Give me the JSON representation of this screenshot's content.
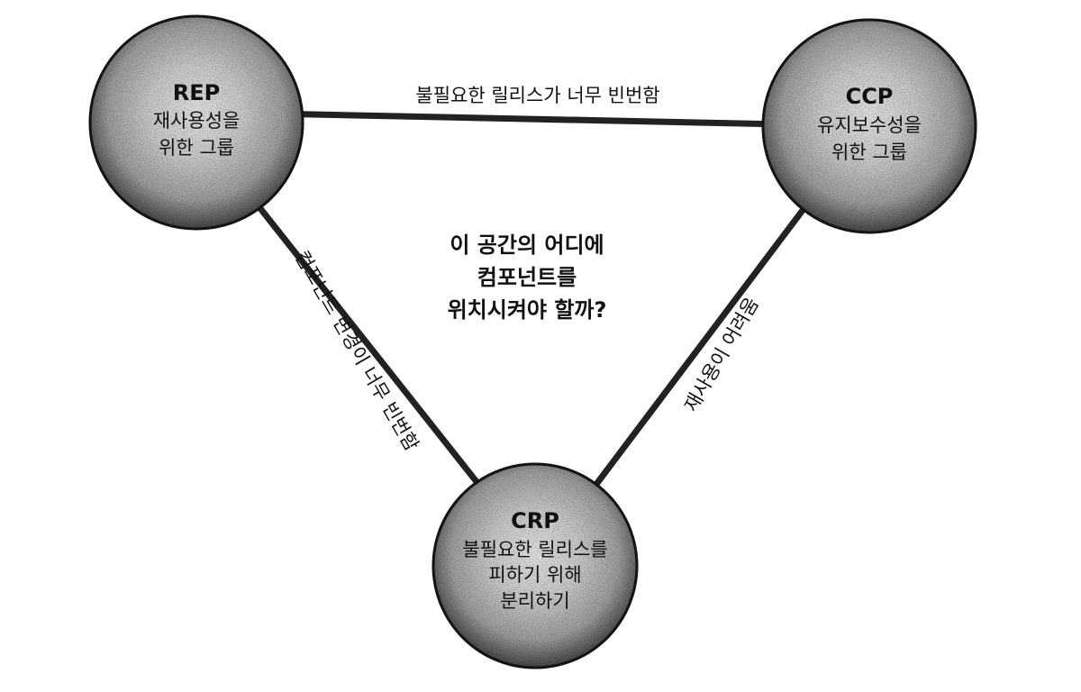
{
  "colors": {
    "edge": "#222222",
    "node_light": "#f2f2f2",
    "node_mid": "#a9a9a9",
    "node_dark": "#4a4a4a",
    "node_outline": "#1a1a1a",
    "text": "#111111"
  },
  "nodes": {
    "rep": {
      "title": "REP",
      "line1": "재사용성을",
      "line2": "위한 그룹"
    },
    "ccp": {
      "title": "CCP",
      "line1": "유지보수성을",
      "line2": "위한 그룹"
    },
    "crp": {
      "title": "CRP",
      "line1": "불필요한 릴리스를",
      "line2": "피하기 위해",
      "line3": "분리하기"
    }
  },
  "edges": {
    "rep_ccp": "불필요한 릴리스가 너무 빈번함",
    "rep_crp": "컴포넌트 변경이 너무 빈번함",
    "ccp_crp": "재사용이 어려움"
  },
  "question": {
    "line1": "이 공간의 어디에",
    "line2": "컴포넌트를",
    "line3": "위치시켜야 할까?"
  }
}
